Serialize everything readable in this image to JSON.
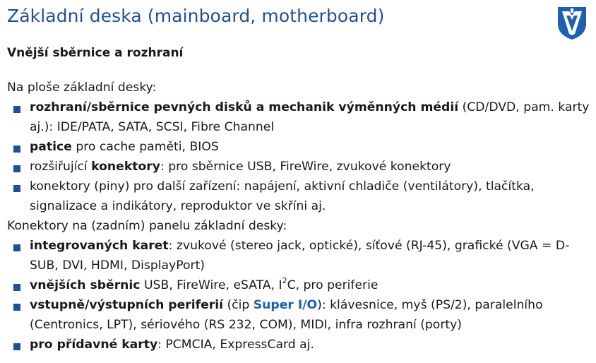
{
  "title": "Základní deska (mainboard, motherboard)",
  "subtitle": "Vnější sběrnice a rozhraní",
  "logo_icon": "university-shield-logo",
  "colors": {
    "accent": "#1f4f99",
    "bullet": "#1f4f99"
  },
  "section1": {
    "intro": "Na ploše základní desky:",
    "items": [
      {
        "label": "rozhraní/sběrnice pevných disků a mechanik výměnných médií",
        "text": " (CD/DVD, pam. karty aj.): IDE/PATA, SATA, SCSI, Fibre Channel"
      },
      {
        "label": "patice",
        "text": " pro cache paměti, BIOS"
      },
      {
        "pre": "rozšiřující ",
        "label": "konektory",
        "text": ": pro sběrnice USB, FireWire, zvukové konektory"
      },
      {
        "text": "konektory (piny) pro další zařízení: napájení, aktivní chladiče (ventilátory), tlačítka, signalizace a indikátory, reproduktor ve skříni aj."
      }
    ]
  },
  "section2": {
    "intro": "Konektory na (zadním) panelu základní desky:",
    "items": [
      {
        "label": "integrovaných karet",
        "text": ": zvukové (stereo jack, optické), síťové (RJ-45), grafické (VGA = D-SUB, DVI, HDMI, DisplayPort)"
      },
      {
        "label": "vnějších sběrnic",
        "text_before_sup": " USB, FireWire, eSATA, I",
        "sup": "2",
        "text_after_sup": "C, pro periferie"
      },
      {
        "label": "vstupně/výstupních periferií",
        "text_pre_accent": " (čip ",
        "accent": "Super I/O",
        "text_post_accent": "): klávesnice, myš (PS/2), paralelního (Centronics, LPT), sériového (RS 232, COM), MIDI, infra rozhraní (porty)"
      },
      {
        "label": "pro přídavné karty",
        "text": ": PCMCIA, ExpressCard aj."
      }
    ]
  }
}
